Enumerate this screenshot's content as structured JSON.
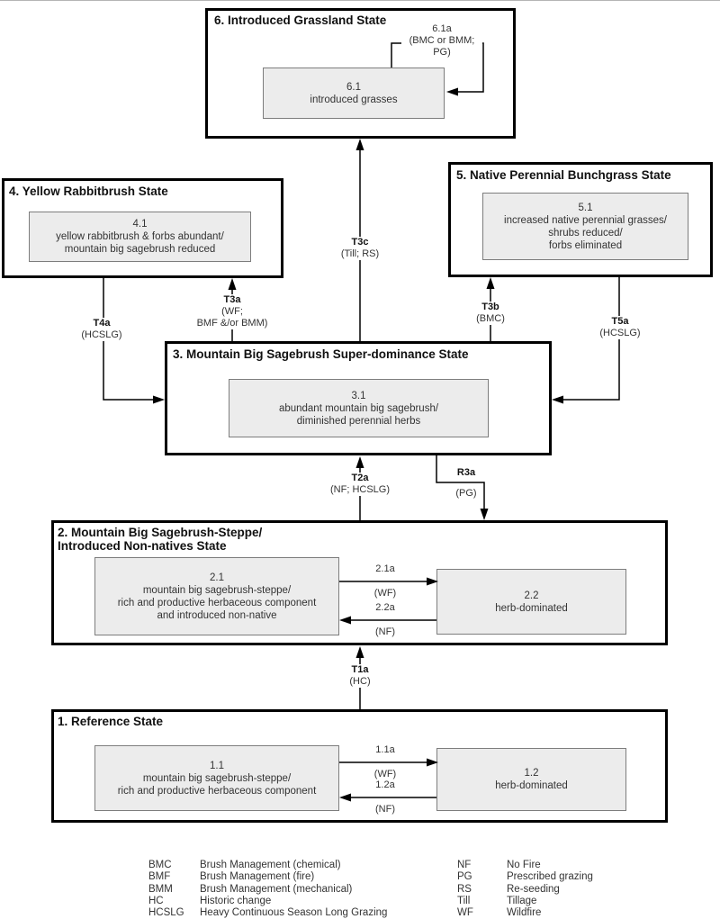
{
  "diagram": {
    "title_context": "state-and-transition model",
    "colors": {
      "state_border": "#000000",
      "community_fill": "#ececec",
      "community_border": "#7d7d7d",
      "line": "#000000",
      "background": "#ffffff"
    },
    "states": {
      "s6": {
        "title": "6. Introduced Grassland State",
        "c61": {
          "code": "6.1",
          "lines": [
            "introduced grasses"
          ]
        }
      },
      "s4": {
        "title": "4. Yellow Rabbitbrush State",
        "c41": {
          "code": "4.1",
          "lines": [
            "yellow rabbitbrush & forbs abundant/",
            "mountain big sagebrush reduced"
          ]
        }
      },
      "s5": {
        "title": "5. Native Perennial Bunchgrass State",
        "c51": {
          "code": "5.1",
          "lines": [
            "increased native perennial grasses/",
            "shrubs reduced/",
            "forbs eliminated"
          ]
        }
      },
      "s3": {
        "title": "3. Mountain Big Sagebrush Super-dominance State",
        "c31": {
          "code": "3.1",
          "lines": [
            "abundant mountain big sagebrush/",
            "diminished perennial herbs"
          ]
        }
      },
      "s2": {
        "title_line1": "2. Mountain Big Sagebrush-Steppe/",
        "title_line2": "Introduced Non-natives State",
        "c21": {
          "code": "2.1",
          "lines": [
            "mountain big sagebrush-steppe/",
            "rich and productive herbaceous component",
            "and introduced non-native"
          ]
        },
        "c22": {
          "code": "2.2",
          "lines": [
            "herb-dominated"
          ]
        }
      },
      "s1": {
        "title": "1. Reference State",
        "c11": {
          "code": "1.1",
          "lines": [
            "mountain big sagebrush-steppe/",
            "rich and productive herbaceous component"
          ]
        },
        "c12": {
          "code": "1.2",
          "lines": [
            "herb-dominated"
          ]
        }
      }
    },
    "transitions": {
      "t61a": {
        "code": "6.1a",
        "lines": [
          "(BMC or BMM;",
          "PG)"
        ]
      },
      "t3c": {
        "code": "T3c",
        "lines": [
          "(Till; RS)"
        ]
      },
      "t3a": {
        "code": "T3a",
        "lines": [
          "(WF;",
          "BMF &/or BMM)"
        ]
      },
      "t4a": {
        "code": "T4a",
        "lines": [
          "(HCSLG)"
        ]
      },
      "t3b": {
        "code": "T3b",
        "lines": [
          "(BMC)"
        ]
      },
      "t5a": {
        "code": "T5a",
        "lines": [
          "(HCSLG)"
        ]
      },
      "t2a": {
        "code": "T2a",
        "lines": [
          "(NF; HCSLG)"
        ]
      },
      "r3a": {
        "code": "R3a",
        "lines": [
          "(PG)"
        ]
      },
      "t1a": {
        "code": "T1a",
        "lines": [
          "(HC)"
        ]
      },
      "t21a": {
        "code": "2.1a",
        "lines": [
          "(WF)"
        ]
      },
      "t22a": {
        "code": "2.2a",
        "lines": [
          "(NF)"
        ]
      },
      "t11a": {
        "code": "1.1a",
        "lines": [
          "(WF)"
        ]
      },
      "t12a": {
        "code": "1.2a",
        "lines": [
          "(NF)"
        ]
      }
    },
    "legend": {
      "col1": [
        {
          "abbr": "BMC",
          "desc": "Brush Management (chemical)"
        },
        {
          "abbr": "BMF",
          "desc": "Brush Management (fire)"
        },
        {
          "abbr": "BMM",
          "desc": "Brush Management (mechanical)"
        },
        {
          "abbr": "HC",
          "desc": "Historic change"
        },
        {
          "abbr": "HCSLG",
          "desc": "Heavy Continuous Season Long Grazing"
        }
      ],
      "col2": [
        {
          "abbr": "NF",
          "desc": "No Fire"
        },
        {
          "abbr": "PG",
          "desc": "Prescribed grazing"
        },
        {
          "abbr": "RS",
          "desc": "Re-seeding"
        },
        {
          "abbr": "Till",
          "desc": "Tillage"
        },
        {
          "abbr": "WF",
          "desc": "Wildfire"
        }
      ]
    }
  }
}
